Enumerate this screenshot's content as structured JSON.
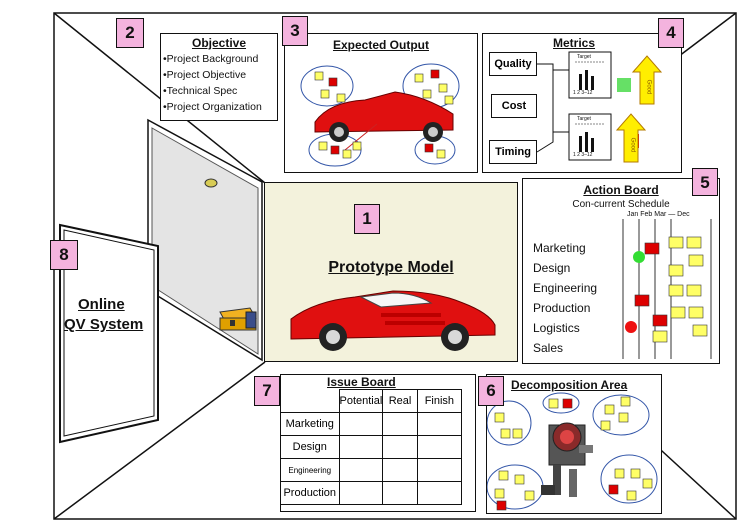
{
  "section_numbers": [
    "1",
    "2",
    "3",
    "4",
    "5",
    "6",
    "7",
    "8"
  ],
  "objective": {
    "title": "Objective",
    "items": [
      "•Project Background",
      "•Project Objective",
      "•Technical Spec",
      "•Project Organization"
    ]
  },
  "expected_output": {
    "title": "Expected Output"
  },
  "metrics": {
    "title": "Metrics",
    "labels": [
      "Quality",
      "Cost",
      "Timing"
    ],
    "chart_caption": "Target",
    "chart_axis": "1 2 3–12",
    "arrow_label": "Good",
    "colors": {
      "status_green": "#66e066",
      "status_red": "#e01010",
      "arrow_yellow": "#ffee00"
    }
  },
  "prototype": {
    "title": "Prototype Model",
    "background": "#f3f2dc"
  },
  "action_board": {
    "title": "Action Board",
    "subtitle": "Con-current Schedule",
    "months": "Jan  Feb  Mar — Dec",
    "rows": [
      "Marketing",
      "Design",
      "Engineering",
      "Production",
      "Logistics",
      "Sales"
    ]
  },
  "issue_board": {
    "title": "Issue Board",
    "columns": [
      "Potential",
      "Real",
      "Finish"
    ],
    "rows": [
      "Marketing",
      "Design",
      "Engineering",
      "Production"
    ]
  },
  "decomposition": {
    "title": "Decomposition Area"
  },
  "online": {
    "line1": "Online",
    "line2": "QV System"
  },
  "colors": {
    "sticky_yellow": "#ffff66",
    "sticky_red": "#dd0000",
    "car_red": "#e01010",
    "highlight_pink": "#f4b3de"
  }
}
